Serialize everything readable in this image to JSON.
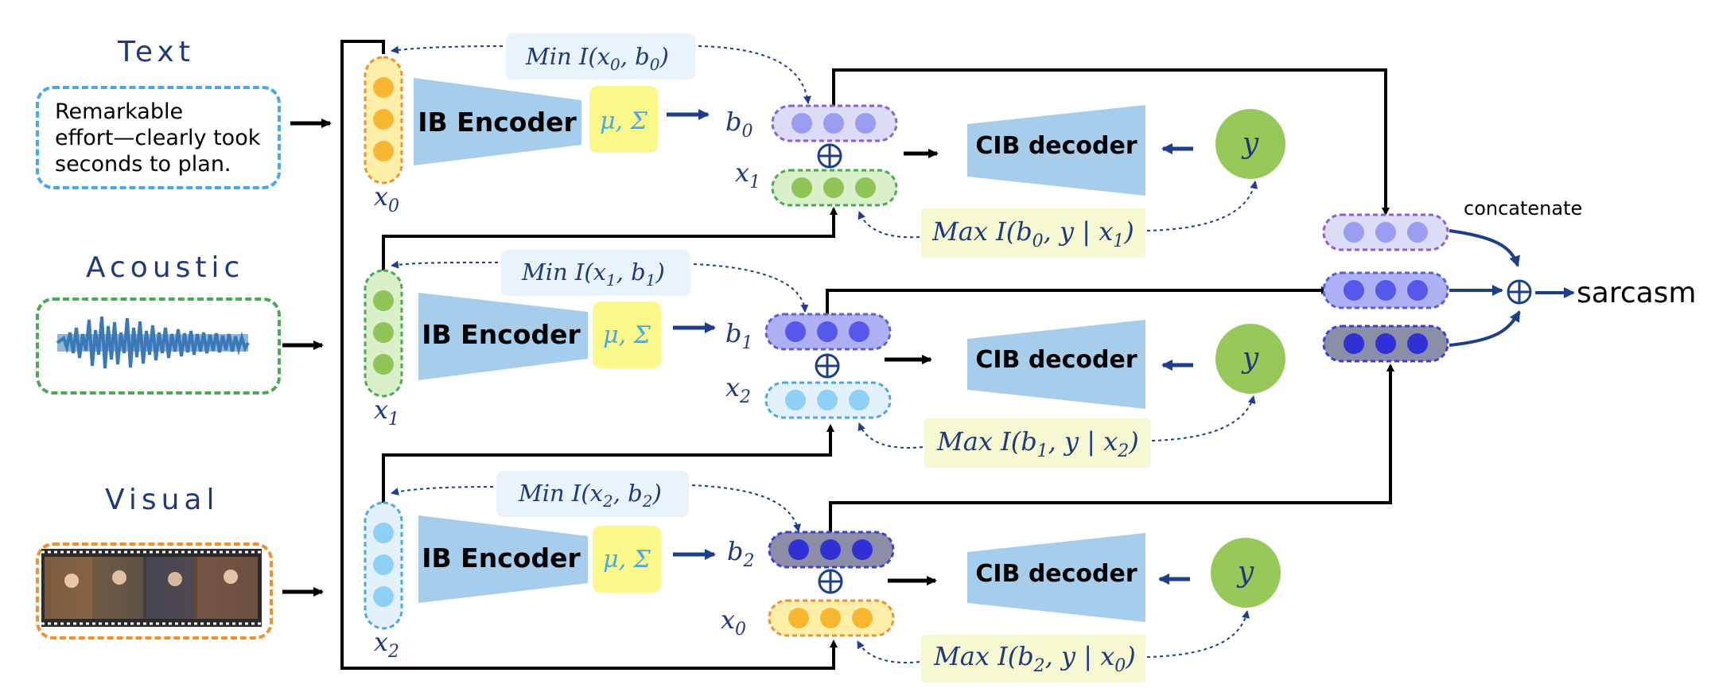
{
  "modalities": {
    "text": {
      "title": "Text",
      "content_lines": [
        "Remarkable",
        "effort—clearly took",
        "seconds to plan."
      ]
    },
    "acoustic": {
      "title": "Acoustic"
    },
    "visual": {
      "title": "Visual"
    }
  },
  "branches": [
    {
      "encoder_label": "IB Encoder",
      "params_label": "μ, Σ",
      "min_label": "Min I(x",
      "min_a": "0",
      "min_b": "0",
      "input_label": "x",
      "input_sub": "0",
      "b_label": "b",
      "b_sub": "0",
      "x_label": "x",
      "x_sub": "1",
      "decoder_label": "CIB decoder",
      "y_label": "y",
      "max_label": "Max I(b",
      "max_b": "0",
      "max_x": "1"
    },
    {
      "encoder_label": "IB Encoder",
      "params_label": "μ, Σ",
      "min_label": "Min I(x",
      "min_a": "1",
      "min_b": "1",
      "input_label": "x",
      "input_sub": "1",
      "b_label": "b",
      "b_sub": "1",
      "x_label": "x",
      "x_sub": "2",
      "decoder_label": "CIB decoder",
      "y_label": "y",
      "max_label": "Max I(b",
      "max_b": "1",
      "max_x": "2"
    },
    {
      "encoder_label": "IB Encoder",
      "params_label": "μ, Σ",
      "min_label": "Min I(x",
      "min_a": "2",
      "min_b": "2",
      "input_label": "x",
      "input_sub": "2",
      "b_label": "b",
      "b_sub": "2",
      "x_label": "x",
      "x_sub": "0",
      "decoder_label": "CIB decoder",
      "y_label": "y",
      "max_label": "Max I(b",
      "max_b": "2",
      "max_x": "0"
    }
  ],
  "fusion": {
    "concat_label": "concatenate",
    "output_label": "sarcasm",
    "oplus": "⊕"
  },
  "colors": {
    "text_border": "#4aa8e6",
    "acoustic_border": "#4aa955",
    "visual_border": "#f0912d",
    "encoder_fill": "#a7cdec",
    "params_fill": "#fbf88a",
    "label_blue": "#1f3a7a",
    "y_fill": "#97c95a",
    "b0_fill": "#9a9cf0",
    "b1_fill": "#5558e8",
    "b2_fill": "#2f30d6",
    "orange_dot": "#f7b731",
    "green_dot": "#8ec556",
    "lightblue_dot": "#8ed0f6",
    "max_fill": "#f6f9d2",
    "min_fill": "#e9f3fb",
    "arrow_navy": "#1d3f8a"
  }
}
